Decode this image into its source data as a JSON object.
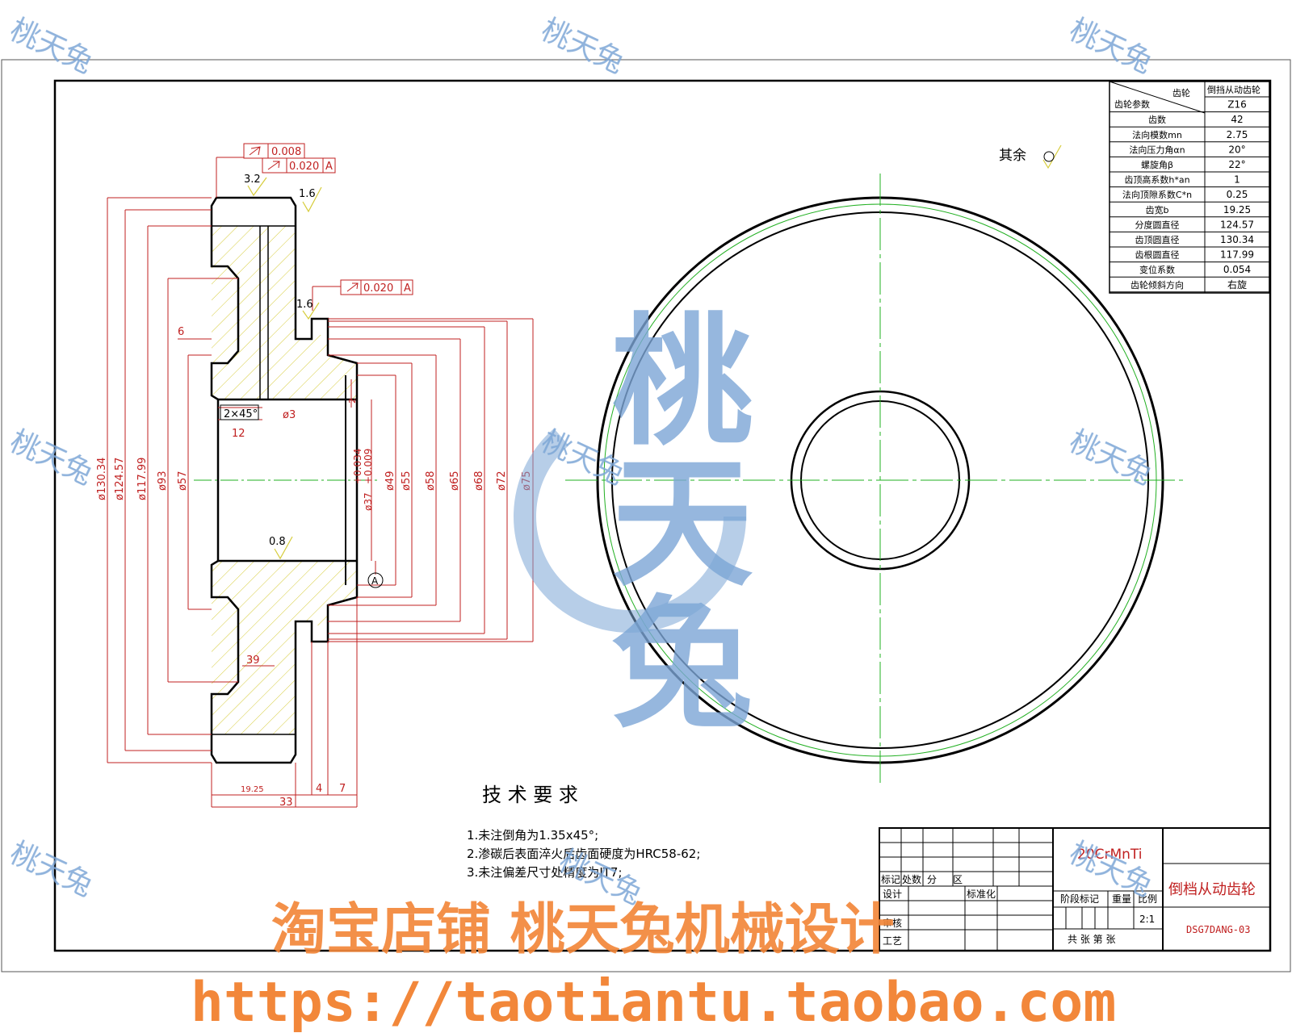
{
  "watermark": {
    "text": "桃天兔",
    "big": "桃天兔",
    "shop_line": "淘宝店铺  桃天兔机械设计",
    "url": "https://taotiantu.taobao.com"
  },
  "gear_table": {
    "header_gear": "齿轮",
    "header_param": "齿轮参数",
    "header_value": "倒挡从动齿轮",
    "rows": [
      {
        "label": "",
        "value": "Z16"
      },
      {
        "label": "齿数",
        "value": "42"
      },
      {
        "label": "法向模数mn",
        "value": "2.75"
      },
      {
        "label": "法向压力角αn",
        "value": "20°"
      },
      {
        "label": "螺旋角β",
        "value": "22°"
      },
      {
        "label": "齿顶高系数h*an",
        "value": "1"
      },
      {
        "label": "法向顶隙系数C*n",
        "value": "0.25"
      },
      {
        "label": "齿宽b",
        "value": "19.25"
      },
      {
        "label": "分度圆直径",
        "value": "124.57"
      },
      {
        "label": "齿顶圆直径",
        "value": "130.34"
      },
      {
        "label": "齿根圆直径",
        "value": "117.99"
      },
      {
        "label": "变位系数",
        "value": "0.054"
      },
      {
        "label": "齿轮倾斜方向",
        "value": "右旋"
      }
    ]
  },
  "surface_finish_rest": "其余",
  "tolerance": {
    "runout_top": "0.008",
    "runout_top2": "0.020",
    "datum": "A",
    "runout_mid": "0.020"
  },
  "roughness": {
    "r1": "3.2",
    "r2": "1.6",
    "r3": "1.6",
    "r4": "0.8"
  },
  "dimensions": {
    "diameters_left": [
      "ø130.34",
      "ø124.57",
      "ø117.99",
      "ø93",
      "ø57"
    ],
    "diameters_right": [
      "ø49",
      "ø55",
      "ø58",
      "ø65",
      "ø68",
      "ø72",
      "ø75"
    ],
    "bore": "ø37",
    "bore_tol_upper": "+0.034",
    "bore_tol_lower": "+0.009",
    "hole": "ø3",
    "chamfer": "2×45°",
    "d6": "6",
    "d12": "12",
    "d39": "39",
    "d2": "2",
    "bottom": [
      "19.25",
      "33",
      "4",
      "7"
    ]
  },
  "tech_req": {
    "title": "技 术 要 求",
    "items": [
      "1.未注倒角为1.35x45°;",
      "2.渗碳后表面淬火后齿面硬度为HRC58-62;",
      "3.未注偏差尺寸处精度为IT7;"
    ]
  },
  "title_block": {
    "material": "20CrMnTi",
    "part_name": "倒档从动齿轮",
    "drawing_no": "DSG7DANG-03",
    "scale": "2:1",
    "labels": {
      "mark": "标记",
      "count": "处数",
      "zone": "分",
      "doc": "区",
      "design": "设计",
      "std": "标准化",
      "check": "审核",
      "process": "工艺",
      "stage": "阶段标记",
      "weight": "重量",
      "ratio": "比例",
      "total": "共  张   第   张"
    }
  }
}
